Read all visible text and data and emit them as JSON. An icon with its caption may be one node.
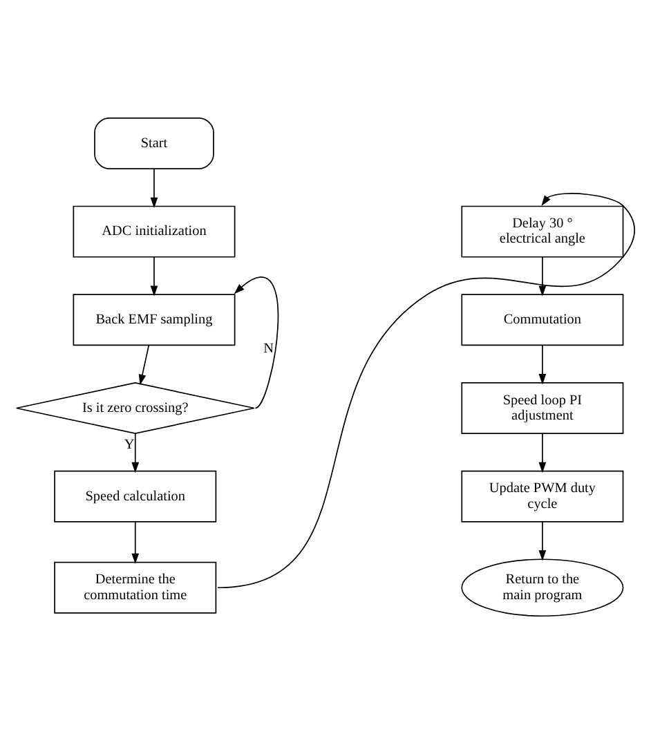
{
  "diagram": {
    "nodes": [
      {
        "text": [
          "Start"
        ]
      },
      {
        "text": [
          "ADC initialization"
        ]
      },
      {
        "text": [
          "Back EMF sampling"
        ]
      },
      {
        "text": [
          "Is it zero crossing?"
        ]
      },
      {
        "text": [
          "Speed calculation"
        ]
      },
      {
        "text": [
          "Determine the commutation time"
        ]
      },
      {
        "text": [
          "Delay 30 ° electrical angle"
        ]
      },
      {
        "text": [
          "Commutation"
        ]
      },
      {
        "text": [
          "Speed loop PI adjustment"
        ]
      },
      {
        "text": [
          "Update PWM duty cycle"
        ]
      },
      {
        "text": [
          "Return to the main program"
        ]
      }
    ],
    "edges": [
      {
        "from": 0,
        "to": 1,
        "arrow": "to"
      },
      {
        "from": 1,
        "to": 2,
        "arrow": "to"
      },
      {
        "from": 2,
        "to": 3,
        "arrow": "to"
      },
      {
        "from": 3,
        "to": 2,
        "arrow": "to",
        "label": "N"
      },
      {
        "from": 3,
        "to": 4,
        "arrow": "to",
        "label": "Y"
      },
      {
        "from": 4,
        "to": 5,
        "arrow": "to"
      },
      {
        "from": 5,
        "to": 6,
        "arrow": "to"
      },
      {
        "from": 6,
        "to": 7,
        "arrow": "to"
      },
      {
        "from": 7,
        "to": 8,
        "arrow": "to"
      },
      {
        "from": 8,
        "to": 9,
        "arrow": "to"
      },
      {
        "from": 9,
        "to": 10,
        "arrow": "to"
      }
    ]
  }
}
